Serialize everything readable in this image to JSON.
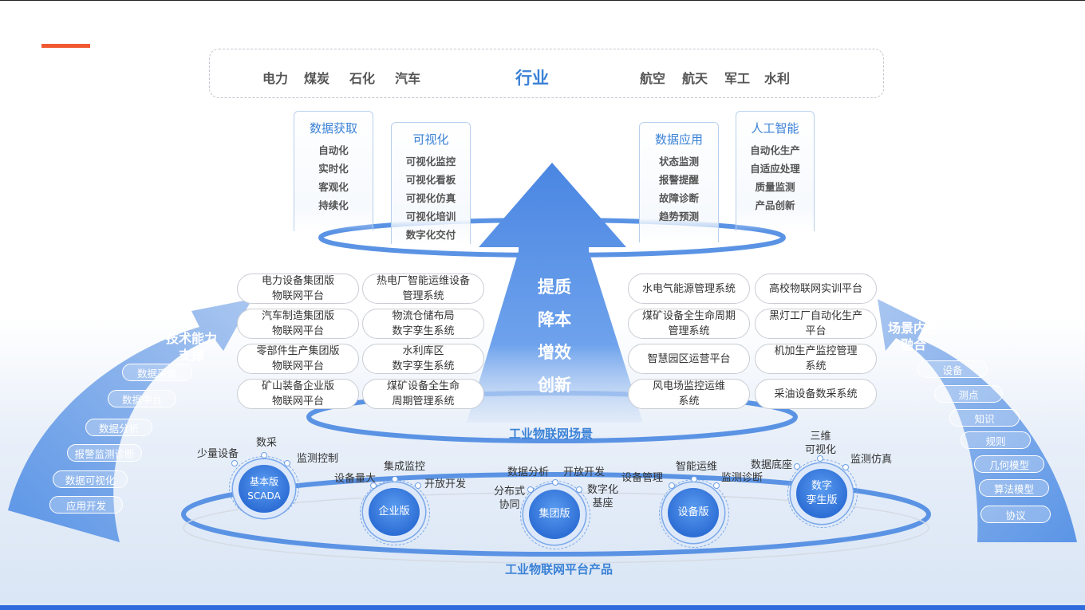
{
  "industry": {
    "title": "行业",
    "left": [
      "电力",
      "煤炭",
      "石化",
      "汽车"
    ],
    "right": [
      "航空",
      "航天",
      "军工",
      "水利"
    ]
  },
  "cards": [
    {
      "title": "数据获取",
      "items": [
        "自动化",
        "实时化",
        "客观化",
        "持续化"
      ]
    },
    {
      "title": "可视化",
      "items": [
        "可视化监控",
        "可视化看板",
        "可视化仿真",
        "可视化培训",
        "数字化交付"
      ]
    },
    {
      "title": "数据应用",
      "items": [
        "状态监测",
        "报警提醒",
        "故障诊断",
        "趋势预测"
      ]
    },
    {
      "title": "人工智能",
      "items": [
        "自动化生产",
        "自适应处理",
        "质量监测",
        "产品创新"
      ]
    }
  ],
  "arrow_text": [
    "提质",
    "降本",
    "增效",
    "创新"
  ],
  "scenes": {
    "title": "工业物联网场景",
    "left_col1": [
      "电力设备集团版\n物联网平台",
      "汽车制造集团版\n物联网平台",
      "零部件生产集团版\n物联网平台",
      "矿山装备企业版\n物联网平台"
    ],
    "left_col2": [
      "热电厂智能运维设备\n管理系统",
      "物流仓储布局\n数字孪生系统",
      "水利库区\n数字孪生系统",
      "煤矿设备全生命\n周期管理系统"
    ],
    "right_col1": [
      "水电气能源管理系统",
      "煤矿设备全生命周期\n管理系统",
      "智慧园区运营平台",
      "风电场监控运维\n系统"
    ],
    "right_col2": [
      "高校物联网实训平台",
      "黑灯工厂自动化生产\n平台",
      "机加生产监控管理\n系统",
      "采油设备数采系统"
    ]
  },
  "left_arrow": {
    "title": "技术能力\n支撑",
    "items": [
      "数据采集",
      "数据中台",
      "数据分析",
      "报警监测诊断",
      "数据可视化",
      "应用开发"
    ]
  },
  "right_arrow": {
    "title": "场景内容\n融合",
    "items": [
      "设备",
      "测点",
      "知识",
      "规则",
      "几何模型",
      "算法模型",
      "协议"
    ]
  },
  "products": {
    "title": "工业物联网平台产品",
    "circles": [
      {
        "name": "基本版\nSCADA",
        "labels": [
          "少量设备",
          "数采",
          "监测控制"
        ]
      },
      {
        "name": "企业版",
        "labels": [
          "设备量大",
          "集成监控",
          "开放开发"
        ]
      },
      {
        "name": "集团版",
        "labels": [
          "分布式\n协同",
          "数据分析",
          "开放开发",
          "数字化\n基座"
        ]
      },
      {
        "name": "设备版",
        "labels": [
          "设备管理",
          "智能运维",
          "监测诊断"
        ]
      },
      {
        "name": "数字\n孪生版",
        "labels": [
          "数据底座",
          "三维\n可视化",
          "监测仿真"
        ]
      }
    ]
  },
  "colors": {
    "accent": "#f05a32",
    "primary": "#3b82d6",
    "arrow": "#4f8fe6",
    "bottom_bar": "#2f6bdc"
  }
}
